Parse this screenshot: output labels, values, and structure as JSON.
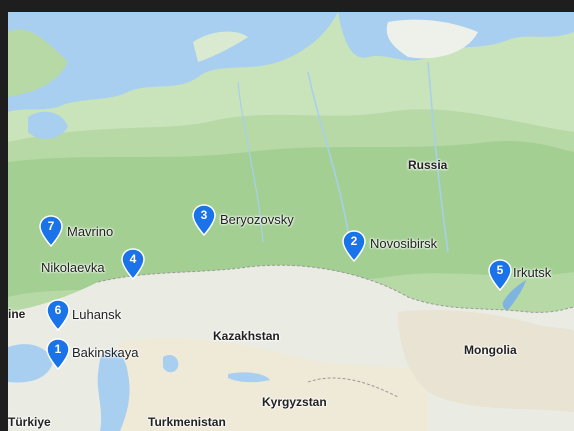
{
  "map": {
    "countries": {
      "russia": "Russia",
      "kazakhstan": "Kazakhstan",
      "mongolia": "Mongolia",
      "kyrgyzstan": "Kyrgyzstan",
      "turkmenistan": "Turkmenistan",
      "turkiye": "Türkiye",
      "ukraine_partial": "ine"
    },
    "markers": [
      {
        "number": "1",
        "label": "Bakinskaya"
      },
      {
        "number": "2",
        "label": "Novosibirsk"
      },
      {
        "number": "3",
        "label": "Beryozovsky"
      },
      {
        "number": "4",
        "label": "Nikolaevka"
      },
      {
        "number": "5",
        "label": "Irkutsk"
      },
      {
        "number": "6",
        "label": "Luhansk"
      },
      {
        "number": "7",
        "label": "Mavrino"
      }
    ],
    "colors": {
      "marker": "#1a73e8",
      "water": "#a8cff0",
      "forest": "#a9d39a",
      "steppe": "#e9ebe3",
      "ice": "#f2f4f0"
    }
  }
}
